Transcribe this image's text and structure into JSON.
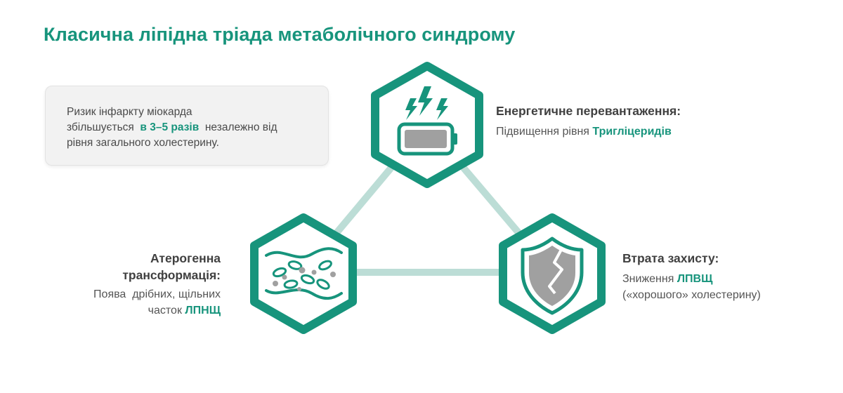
{
  "title": "Класична ліпідна тріада метаболічного синдрому",
  "info": {
    "line1": "Ризик інфаркту міокарда",
    "line2_pre": "збільшується",
    "line2_highlight": "в 3–5 разів",
    "line2_post": "незалежно від",
    "line3": "рівня загального холестерину."
  },
  "nodes": {
    "energy": {
      "icon": "battery-charging-icon",
      "heading": "Енергетичне перевантаження:",
      "text": "Підвищення рівня",
      "highlight": "Тригліцеридів"
    },
    "protection": {
      "icon": "broken-shield-icon",
      "heading": "Втрата захисту:",
      "text": "Зниження",
      "highlight": "ЛПВЩ",
      "text2": "(«хорошого» холестерину)"
    },
    "atherogenic": {
      "icon": "blood-vessel-particles-icon",
      "heading_line1": "Атерогенна",
      "heading_line2": "трансформація:",
      "text_line1": "Поява  дрібних, щільних",
      "text_line2": "часток",
      "highlight": "ЛПНЩ"
    }
  },
  "colors": {
    "accent": "#17947c",
    "connector": "#bcddd6",
    "icon_gray": "#a0a0a0",
    "text_dark": "#404040"
  }
}
